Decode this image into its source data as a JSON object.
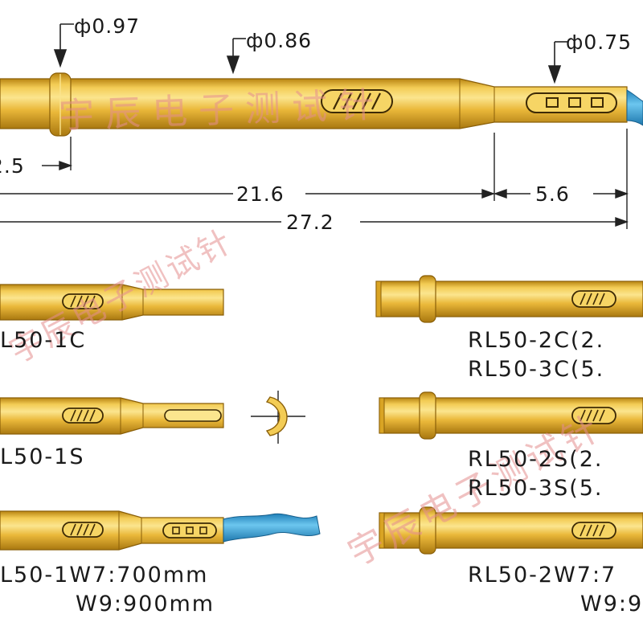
{
  "dimensions": {
    "phi_1": "ф0.97",
    "phi_2": "ф0.86",
    "phi_3": "ф0.75",
    "len_1": "2.5",
    "len_2": "21.6",
    "len_3": "5.6",
    "len_total": "27.2"
  },
  "models": {
    "m_1c": "L50-1C",
    "m_1s": "L50-1S",
    "m_1w_a": "L50-1W7:700mm",
    "m_1w_b": "W9:900mm",
    "m_2c": "RL50-2C(2.",
    "m_3c": "RL50-3C(5.",
    "m_2s": "RL50-2S(2.",
    "m_3s": "RL50-3S(5.",
    "m_2w_a": "RL50-2W7:7",
    "m_2w_b": "W9:9"
  },
  "watermark": {
    "text_main": "宇辰电子测试针",
    "text_mid": "宇辰电子测试针",
    "text_right": "宇辰电子测试针",
    "text_low": "宇辰"
  },
  "colors": {
    "brass": "#e8b52c",
    "brass_light": "#f8de7a",
    "brass_dark": "#b07d10",
    "wire": "#3aa6d8",
    "watermark": "#e58f8f"
  }
}
